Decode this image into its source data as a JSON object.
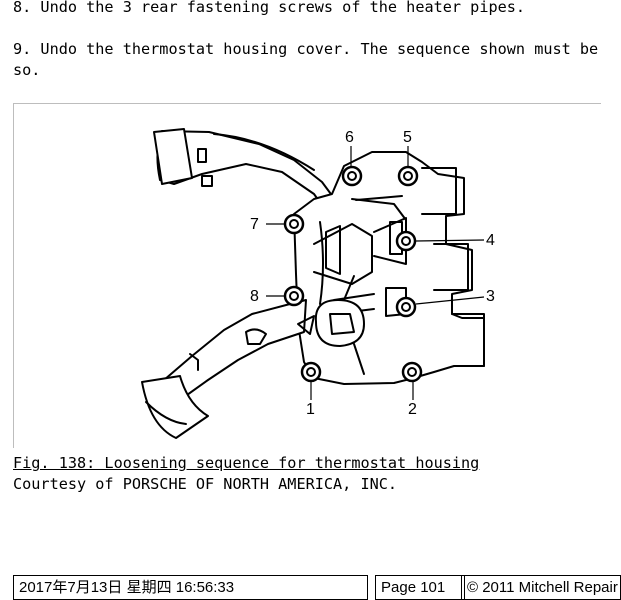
{
  "steps": {
    "step8": "8. Undo the 3 rear fastening screws of the heater pipes.",
    "step9_line1": "9. Undo the thermostat housing cover. The sequence shown must be",
    "step9_line2": "so."
  },
  "figure": {
    "labels": [
      "1",
      "2",
      "3",
      "4",
      "5",
      "6",
      "7",
      "8"
    ],
    "caption": "Fig. 138: Loosening sequence for thermostat housing",
    "courtesy": "Courtesy of PORSCHE OF NORTH AMERICA, INC."
  },
  "footer": {
    "date": "2017年7月13日 星期四 16:56:33",
    "page": "Page 101",
    "copyright": "© 2011 Mitchell Repair"
  }
}
